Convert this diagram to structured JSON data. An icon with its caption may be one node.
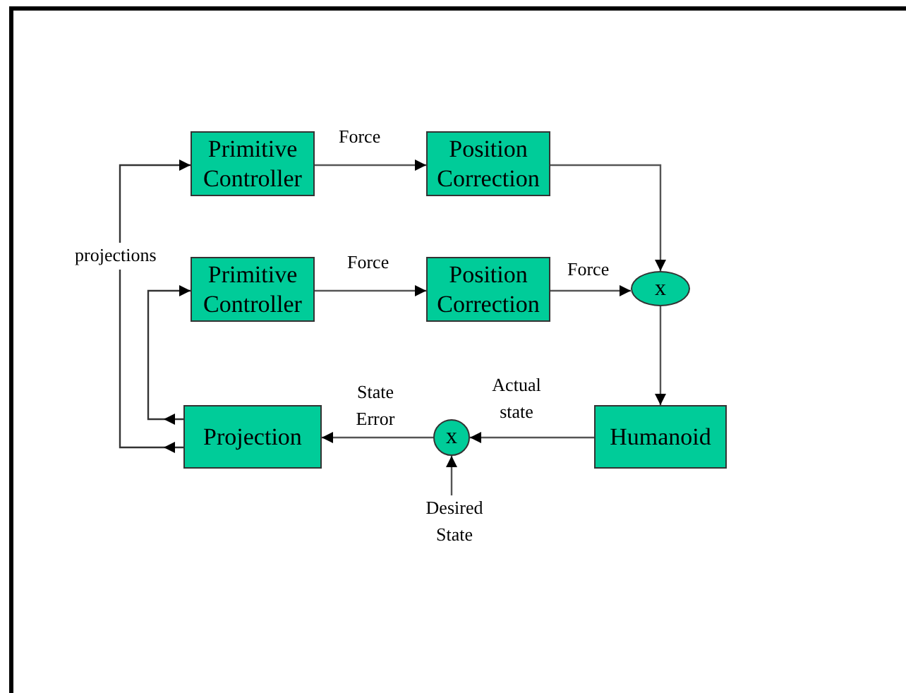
{
  "diagram": {
    "nodes": [
      {
        "text": [
          "Primitive Controller"
        ]
      },
      {
        "text": [
          "Position Correction"
        ]
      },
      {
        "text": [
          "Primitive Controller"
        ]
      },
      {
        "text": [
          "Position Correction"
        ]
      },
      {
        "text": [
          "x"
        ]
      },
      {
        "text": [
          "Humanoid"
        ]
      },
      {
        "text": [
          "x"
        ]
      },
      {
        "text": [
          "Projection"
        ]
      },
      {
        "text": [
          "Desired State"
        ]
      }
    ],
    "edges": [
      {
        "from": 0,
        "to": 1,
        "arrow": "to",
        "label": "Force"
      },
      {
        "from": 2,
        "to": 3,
        "arrow": "to",
        "label": "Force"
      },
      {
        "from": 1,
        "to": 4,
        "arrow": "to"
      },
      {
        "from": 3,
        "to": 4,
        "arrow": "to",
        "label": "Force"
      },
      {
        "from": 4,
        "to": 5,
        "arrow": "to"
      },
      {
        "from": 5,
        "to": 6,
        "arrow": "to",
        "label": "Actual state"
      },
      {
        "from": 8,
        "to": 6,
        "arrow": "to"
      },
      {
        "from": 6,
        "to": 7,
        "arrow": "to",
        "label": "State Error"
      },
      {
        "from": 7,
        "to": 0,
        "arrow": "to",
        "label": "projections"
      },
      {
        "from": 7,
        "to": 2,
        "arrow": "to"
      }
    ]
  }
}
